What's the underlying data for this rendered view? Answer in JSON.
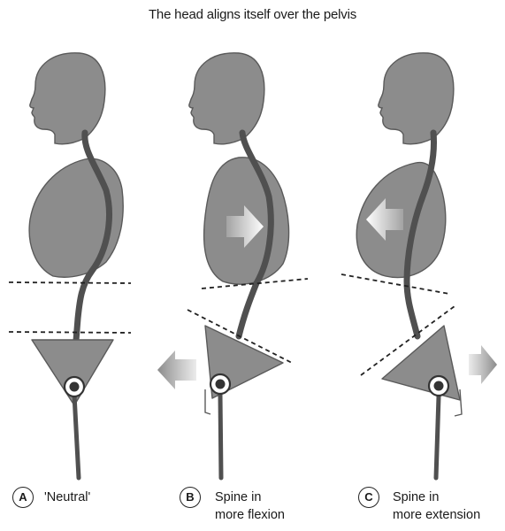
{
  "title": "The head aligns itself over the pelvis",
  "panels": [
    {
      "letter": "A",
      "caption_line1": "'Neutral'",
      "caption_line2": ""
    },
    {
      "letter": "B",
      "caption_line1": "Spine in",
      "caption_line2": "more flexion"
    },
    {
      "letter": "C",
      "caption_line1": "Spine in",
      "caption_line2": "more extension"
    }
  ],
  "colors": {
    "body_fill": "#8c8c8c",
    "body_outline": "#5a5a5a",
    "spine": "#505050",
    "dashed_line": "#222222",
    "hip_joint": "#333333"
  },
  "icons": [
    "head-shape",
    "ribcage-shape",
    "spine-line",
    "pelvis-shape",
    "hip-joint",
    "leg-line",
    "arrow-right",
    "arrow-left"
  ]
}
